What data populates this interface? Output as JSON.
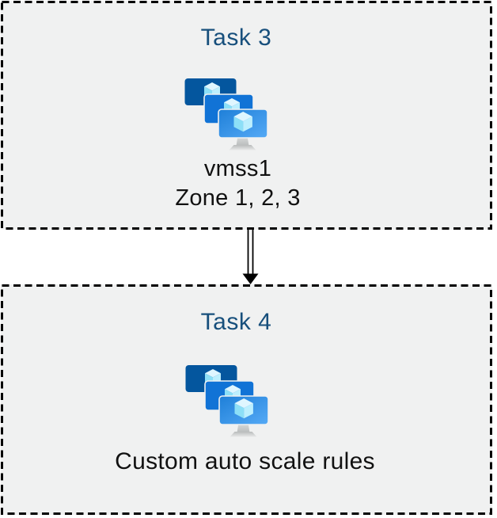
{
  "diagram": {
    "task3": {
      "title": "Task 3",
      "icon": "vm-scale-sets-icon",
      "line1": "vmss1",
      "line2": "Zone 1, 2, 3"
    },
    "task4": {
      "title": "Task 4",
      "icon": "vm-scale-sets-icon",
      "label": "Custom auto scale rules"
    },
    "connector": "double-line-down-arrow",
    "colors": {
      "title_blue": "#174F7C",
      "box_fill": "#F0F1F1",
      "border_black": "#000000",
      "monitor_back": "#04569E",
      "monitor_middle": "#1173D6",
      "monitor_front_gradient_start": "#1E7FD8",
      "monitor_front_gradient_end": "#55AAF6",
      "cube_top": "#DFF6FF",
      "cube_left": "#8CDFF7",
      "cube_right": "#BCEFFE",
      "stand_gray": "#C6C9C9"
    }
  }
}
